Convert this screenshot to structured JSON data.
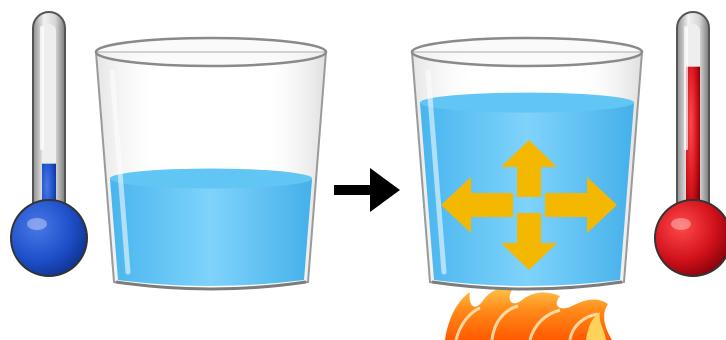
{
  "scene": {
    "before": {
      "thermometer_fill_color": "#1e4fc8",
      "thermometer_level": 0.28,
      "water_fill_fraction": 0.45,
      "water_color": "#62c6f5"
    },
    "transition_arrow": {
      "icon": "right-arrow-icon",
      "color": "#000000"
    },
    "after": {
      "thermometer_fill_color": "#d0101a",
      "thermometer_level": 0.78,
      "water_fill_fraction": 0.78,
      "water_color": "#62c6f5",
      "expansion_arrows": {
        "icon": "four-way-arrows-icon",
        "color": "#f5b800"
      },
      "heat_source": {
        "icon": "flame-icon",
        "color": "#f07a12"
      }
    }
  }
}
